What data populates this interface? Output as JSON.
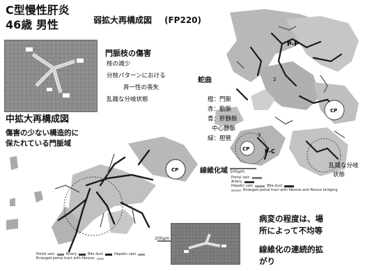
{
  "title": {
    "line1": "C型慢性肝炎",
    "line2": "46歳  男性"
  },
  "low_mag": {
    "title": "弱拡大再構成図",
    "code": "(FP220)"
  },
  "portal_damage": {
    "heading": "門脈枝の傷害",
    "items": [
      "枝の減少",
      "分枝パターンにおける",
      "斉一性の喪失",
      "乱雑な分岐状態"
    ]
  },
  "mid_mag": {
    "title": "中拡大再構成図",
    "subtitle_line1": "傷害の少ない構造的に",
    "subtitle_line2": "保たれている門脈域"
  },
  "color_key": {
    "items": [
      "橙：門脈",
      "赤：動脈",
      "青：肝静脈",
      "中心静脈",
      "緑：胆管"
    ]
  },
  "annotations": {
    "tortuous": "蛇曲",
    "cp": "CP",
    "p_c": "P-C",
    "p_p": "P-P",
    "fibrosis": "線維化域",
    "irregular_line1": "乱雑な分岐",
    "irregular_line2": "状態",
    "scale_right": "500μm",
    "scale_mid": "200μm",
    "num_2": "2",
    "num_3": "3"
  },
  "legend_right": {
    "portal_vein": "Portal vein",
    "artery": "Artery",
    "hepatic_vein": "Hepatic vein",
    "bile_duct": "Bile duct",
    "enlarged": "Enlarged portal tract with fibrosis and fibrous bridging"
  },
  "legend_bottom": {
    "portal_vein": "Portal vein",
    "artery": "Artery",
    "bile_duct": "Bile duct",
    "hepatic_vein": "Hepatic vein",
    "enlarged": "Enlarged portal tract with fibrosis"
  },
  "conclusion": {
    "line1": "病変の程度は、場",
    "line2": "所によって不均等",
    "line3": "線維化の連続的拡",
    "line4": "がり"
  },
  "colors": {
    "fibrosis_gray": "#b8b8b8",
    "portal_dark": "#444444",
    "vessel_black": "#1a1a1a"
  }
}
